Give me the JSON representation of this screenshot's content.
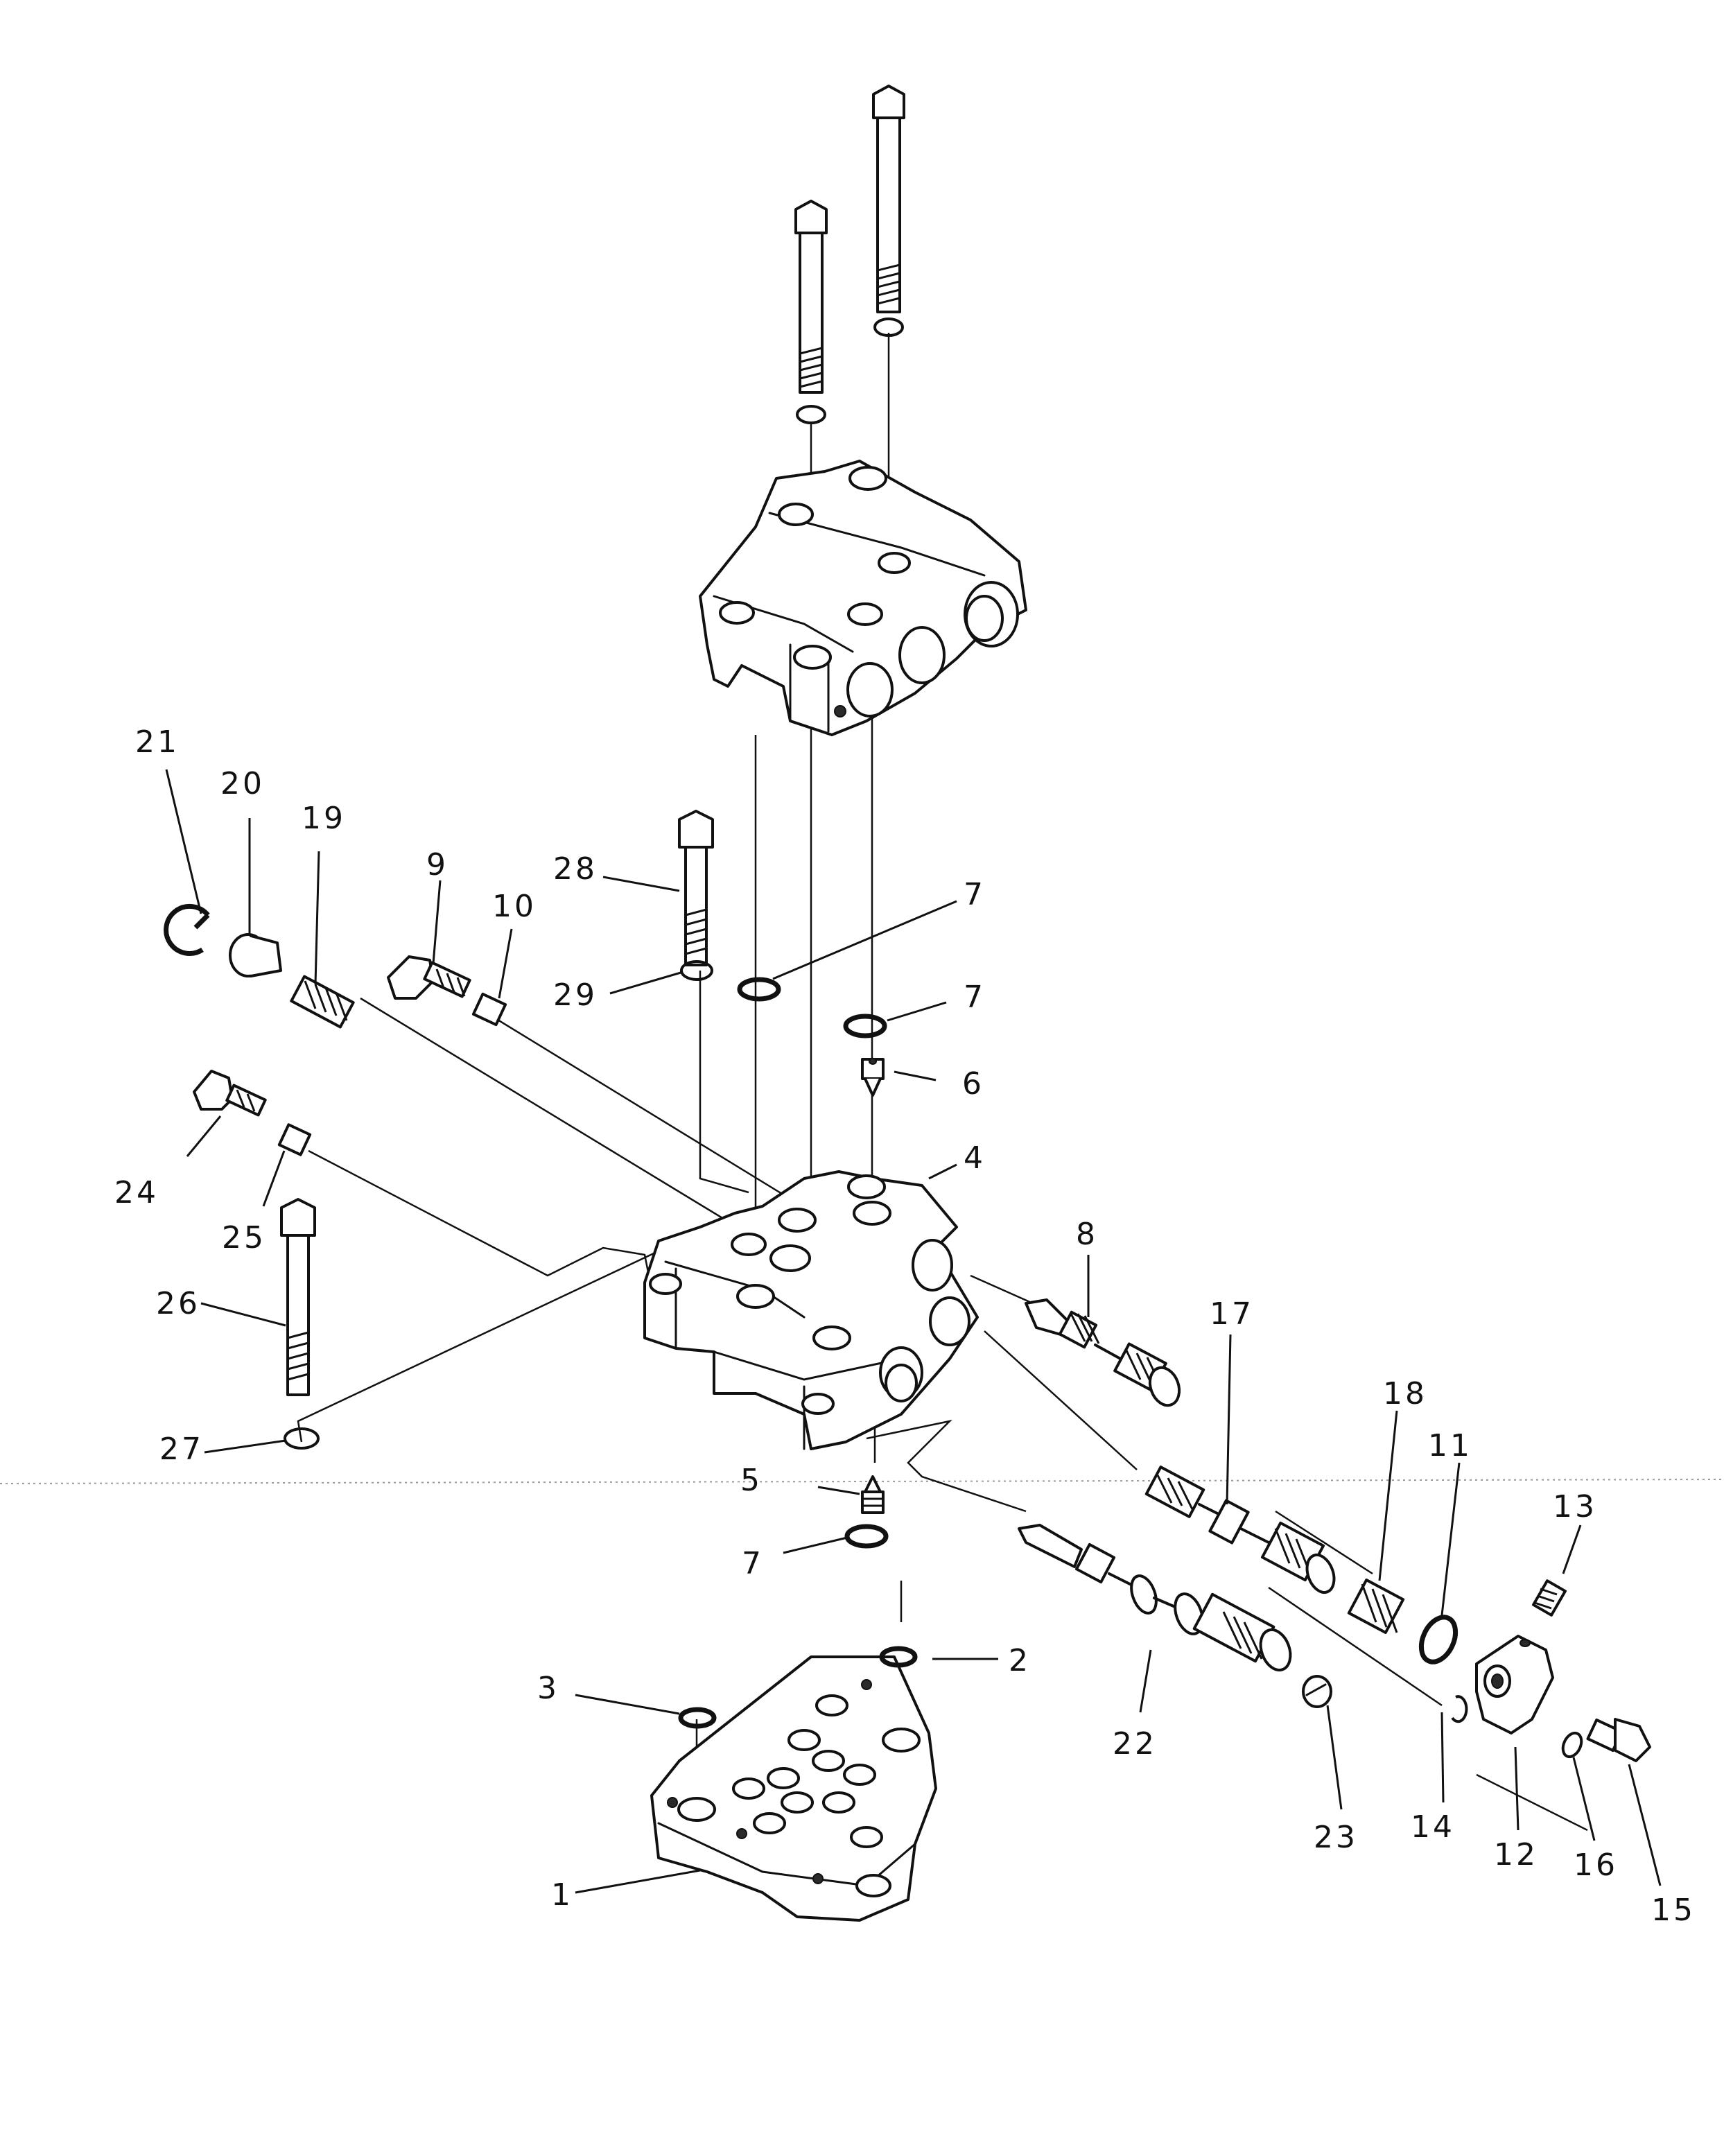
{
  "callouts": {
    "c1": "1",
    "c2": "2",
    "c3": "3",
    "c4": "4",
    "c5": "5",
    "c6": "6",
    "c7a": "7",
    "c7b": "7",
    "c7c": "7",
    "c8": "8",
    "c9": "9",
    "c10": "10",
    "c11": "11",
    "c12": "12",
    "c13": "13",
    "c14": "14",
    "c15": "15",
    "c16": "16",
    "c17": "17",
    "c18": "18",
    "c19": "19",
    "c20": "20",
    "c21": "21",
    "c22": "22",
    "c23": "23",
    "c24": "24",
    "c25": "25",
    "c26": "26",
    "c27": "27",
    "c28": "28",
    "c29": "29"
  }
}
